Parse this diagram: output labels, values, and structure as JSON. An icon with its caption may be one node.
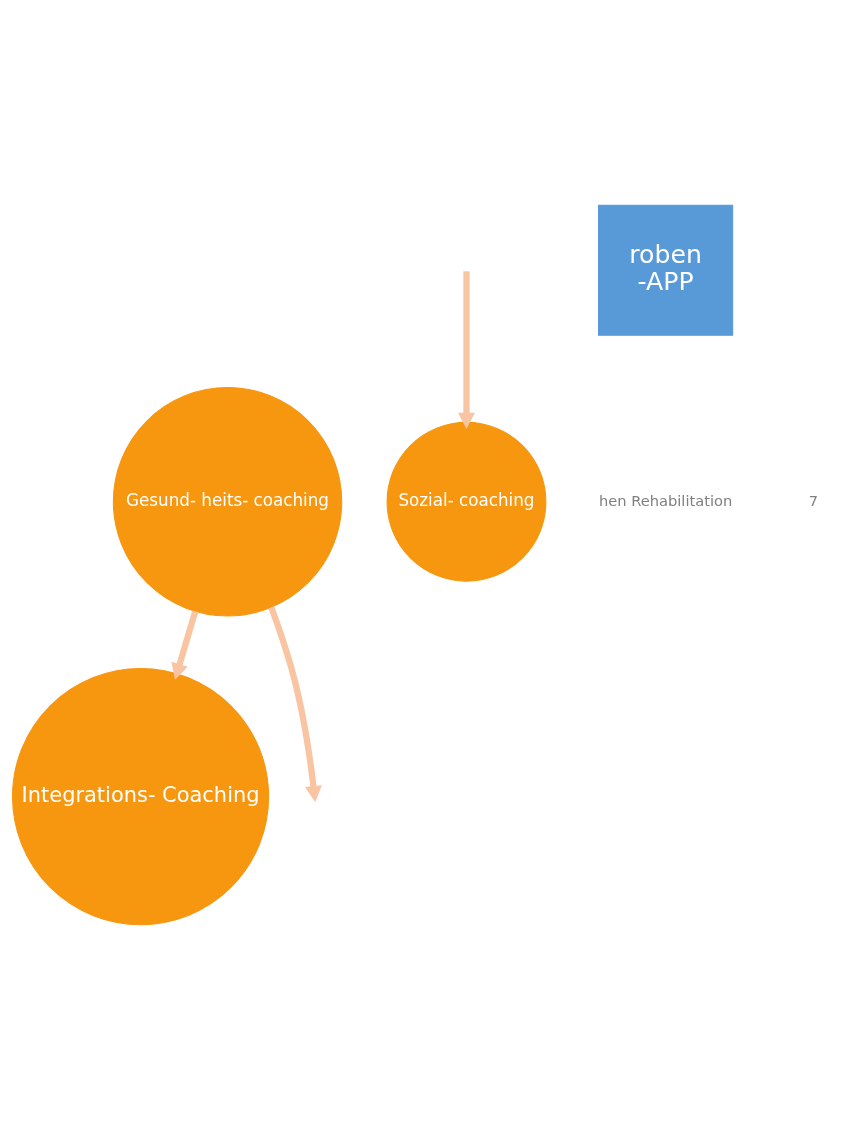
{
  "diagram": {
    "nodes": [
      {
        "text": [
          "Gesund- heits- coaching"
        ]
      },
      {
        "text": [
          "Sozial- coaching"
        ]
      },
      {
        "text": [
          "Integrations- Coaching"
        ]
      },
      {
        "text": [
          "roben",
          "-APP"
        ]
      }
    ],
    "edges": [
      {
        "from": 0,
        "to": null,
        "arrow": "to"
      },
      {
        "from": null,
        "to": 1,
        "arrow": "to"
      },
      {
        "from": 0,
        "to": 2,
        "arrow": "to"
      }
    ],
    "labels": [
      "hen Rehabilitation",
      "7"
    ]
  }
}
